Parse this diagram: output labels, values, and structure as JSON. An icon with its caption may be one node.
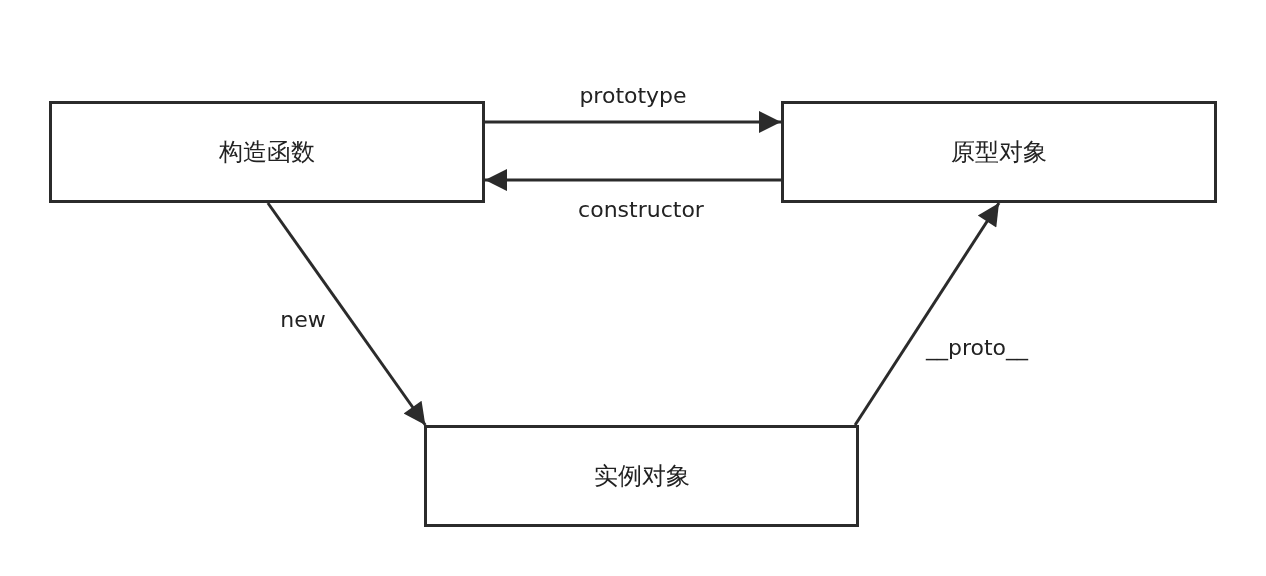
{
  "diagram": {
    "nodes": [
      {
        "text": [
          "构造函数"
        ]
      },
      {
        "text": [
          "原型对象"
        ]
      },
      {
        "text": [
          "实例对象"
        ]
      }
    ],
    "edges": [
      {
        "from": 0,
        "to": 1,
        "arrow": "to",
        "label": "prototype"
      },
      {
        "from": 1,
        "to": 0,
        "arrow": "to",
        "label": "constructor"
      },
      {
        "from": 0,
        "to": 2,
        "arrow": "to",
        "label": "new"
      },
      {
        "from": 2,
        "to": 1,
        "arrow": "to",
        "label": "__proto__"
      }
    ]
  }
}
